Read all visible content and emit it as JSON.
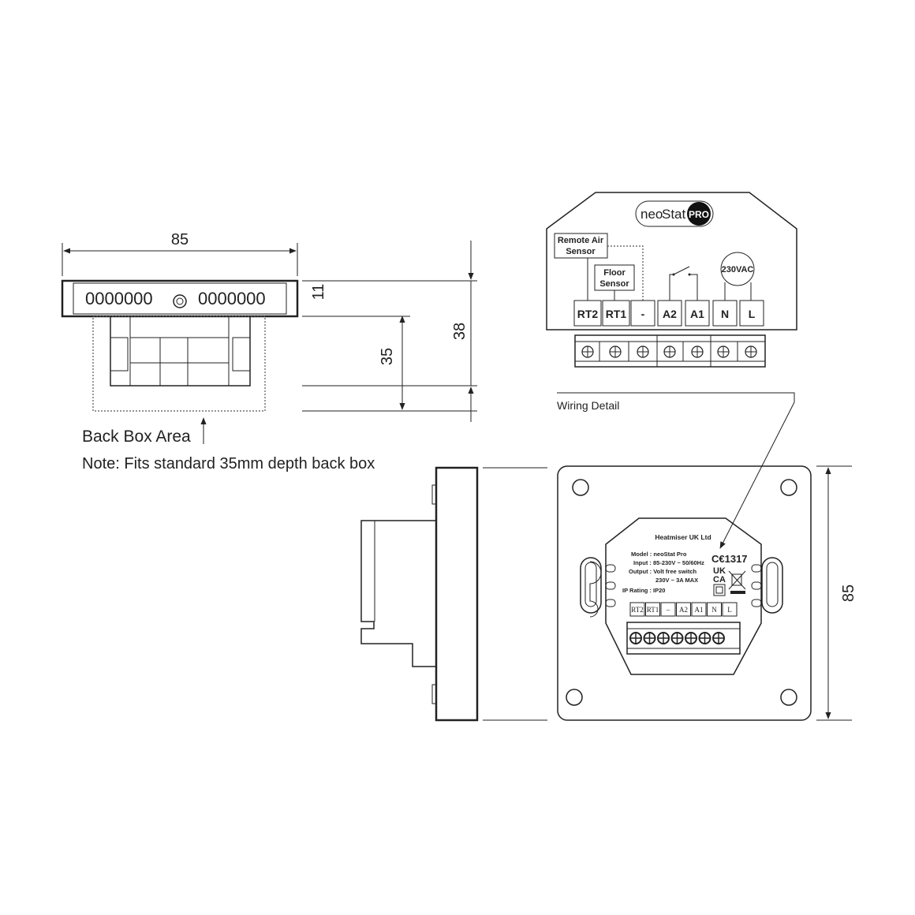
{
  "side_view": {
    "width_dim": "85",
    "depth_11_dim": "11",
    "depth_35_dim": "35",
    "depth_38_dim": "38",
    "segments_left": "0000000",
    "segments_right": "0000000",
    "back_box_label": "Back Box Area",
    "note": "Note: Fits standard 35mm depth back box"
  },
  "wiring": {
    "caption": "Wiring Detail",
    "brand_left": "neo",
    "brand_right": "Stat",
    "brand_badge": "PRO",
    "remote_air_sensor_line1": "Remote Air",
    "remote_air_sensor_line2": "Sensor",
    "floor_sensor_line1": "Floor",
    "floor_sensor_line2": "Sensor",
    "supply_label": "230VAC",
    "terminals": [
      "RT2",
      "RT1",
      "-",
      "A2",
      "A1",
      "N",
      "L"
    ]
  },
  "back_view": {
    "height_dim": "85",
    "manufacturer": "Heatmiser UK Ltd",
    "spec_model": "Model  : neoStat Pro",
    "spec_input": "Input : 85-230V ~ 50/60Hz",
    "spec_output": "Output : Volt free switch",
    "spec_output2": "230V ~ 3A MAX",
    "spec_ip": "IP Rating : IP20",
    "ce_mark": "C€1317",
    "ukca_top": "UK",
    "ukca_bottom": "CA",
    "terminal_labels": [
      "RT2",
      "RT1",
      "–",
      "A2",
      "A1",
      "N",
      "L"
    ]
  }
}
